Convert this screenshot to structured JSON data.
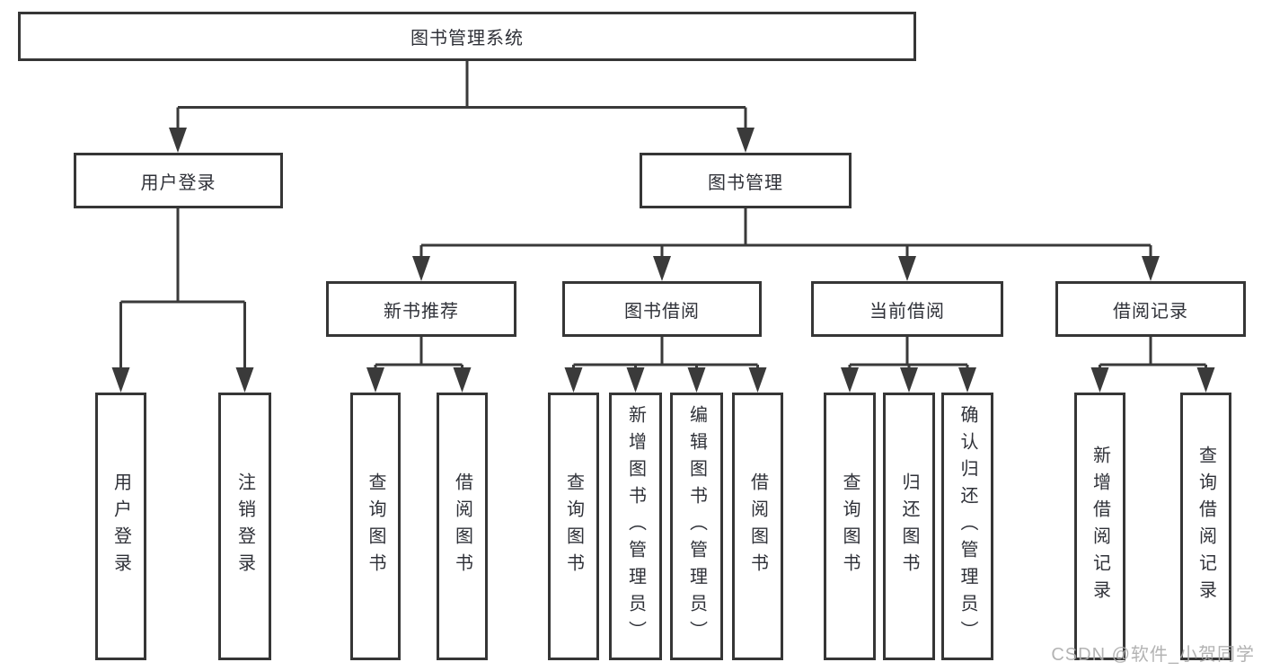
{
  "diagram": {
    "root": {
      "label": "图书管理系统"
    },
    "level2": [
      {
        "id": "user-login",
        "label": "用户登录"
      },
      {
        "id": "book-management",
        "label": "图书管理"
      }
    ],
    "level3": [
      {
        "id": "new-book-recommend",
        "label": "新书推荐",
        "parent": "图书管理"
      },
      {
        "id": "book-borrowing",
        "label": "图书借阅",
        "parent": "图书管理"
      },
      {
        "id": "current-borrowing",
        "label": "当前借阅",
        "parent": "图书管理"
      },
      {
        "id": "borrowing-records",
        "label": "借阅记录",
        "parent": "图书管理"
      }
    ],
    "leaves": [
      {
        "label": "用户登录",
        "parent": "用户登录"
      },
      {
        "label": "注销登录",
        "parent": "用户登录"
      },
      {
        "label": "查询图书",
        "parent": "新书推荐"
      },
      {
        "label": "借阅图书",
        "parent": "新书推荐"
      },
      {
        "label": "查询图书",
        "parent": "图书借阅"
      },
      {
        "label": "新增图书（管理员）",
        "parent": "图书借阅"
      },
      {
        "label": "编辑图书（管理员）",
        "parent": "图书借阅"
      },
      {
        "label": "借阅图书",
        "parent": "图书借阅"
      },
      {
        "label": "查询图书",
        "parent": "当前借阅"
      },
      {
        "label": "归还图书",
        "parent": "当前借阅"
      },
      {
        "label": "确认归还（管理员）",
        "parent": "当前借阅"
      },
      {
        "label": "新增借阅记录",
        "parent": "借阅记录"
      },
      {
        "label": "查询借阅记录",
        "parent": "借阅记录"
      }
    ],
    "watermark": "CSDN @软件_小贺同学",
    "colors": {
      "line": "#3a3a3a",
      "border": "#363636",
      "text": "#2f3138",
      "watermark": "#ababab",
      "background": "#ffffff"
    }
  }
}
